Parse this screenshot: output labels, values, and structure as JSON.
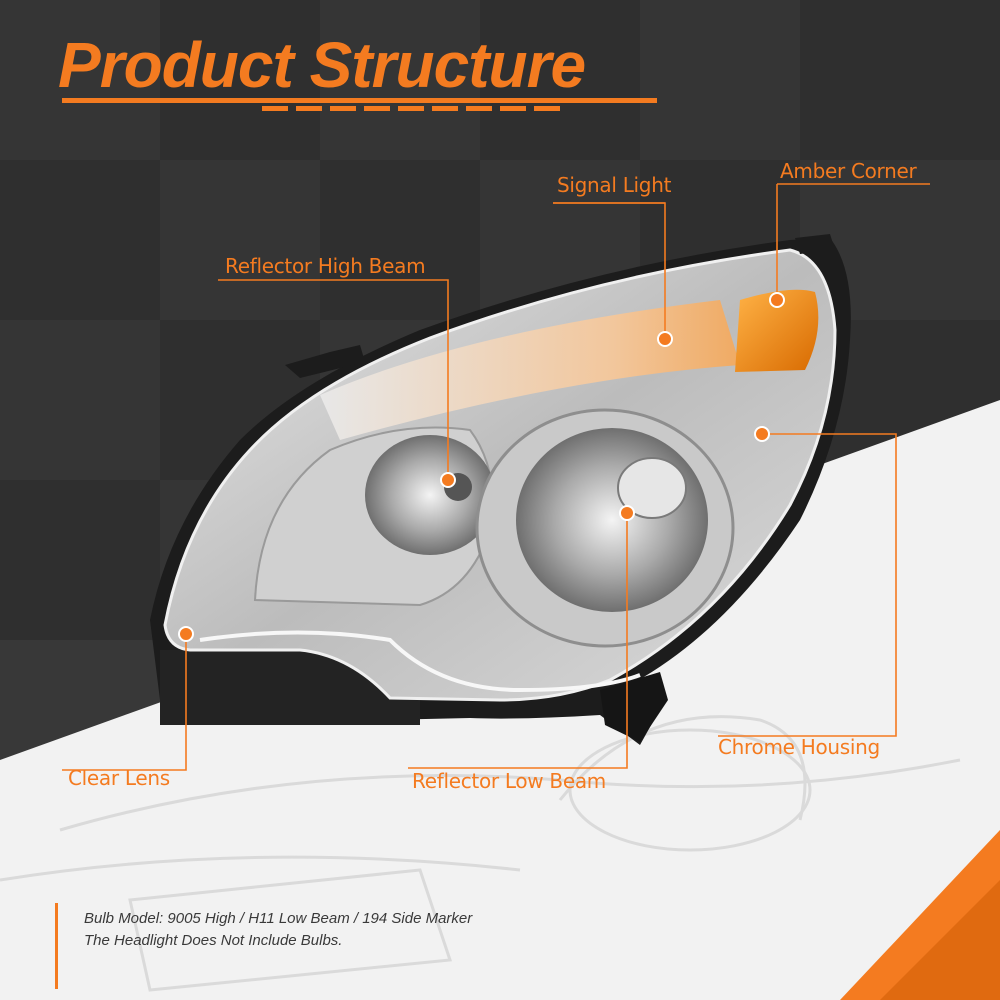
{
  "title": "Product Structure",
  "callouts": {
    "signal_light": "Signal Light",
    "amber_corner": "Amber Corner",
    "reflector_high_beam": "Reflector High Beam",
    "chrome_housing": "Chrome Housing",
    "clear_lens": "Clear Lens",
    "reflector_low_beam": "Reflector Low Beam"
  },
  "note": {
    "line1": "Bulb Model: 9005 High / H11 Low Beam / 194 Side Marker",
    "line2": "The Headlight Does Not Include Bulbs."
  },
  "colors": {
    "accent": "#f47b20",
    "dark_background": "#2e2e2e",
    "light_background": "#f2f2f2"
  }
}
